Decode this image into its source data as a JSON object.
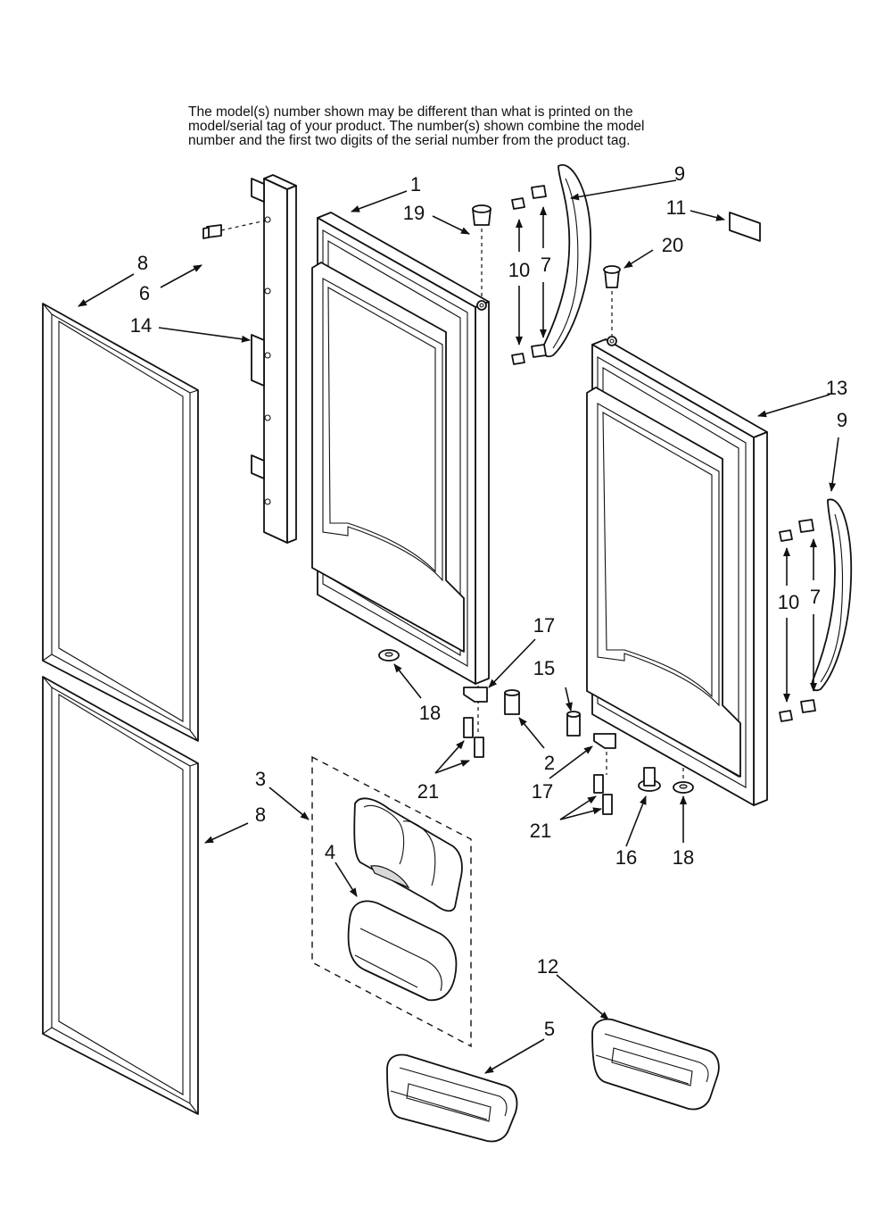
{
  "notice": {
    "line1": "The model(s) number shown may be different than what is printed on the",
    "line2": "model/serial tag of your product. The number(s) shown combine the model",
    "line3": "number and the first two digits of the serial number from the product tag."
  },
  "callouts": {
    "c1": "1",
    "c2": "2",
    "c3": "3",
    "c4": "4",
    "c5": "5",
    "c6": "6",
    "c7a": "7",
    "c7b": "7",
    "c8a": "8",
    "c8b": "8",
    "c9a": "9",
    "c9b": "9",
    "c10a": "10",
    "c10b": "10",
    "c11": "11",
    "c12": "12",
    "c13": "13",
    "c14": "14",
    "c15": "15",
    "c16": "16",
    "c17a": "17",
    "c17b": "17",
    "c18a": "18",
    "c18b": "18",
    "c19": "19",
    "c20": "20",
    "c21a": "21",
    "c21b": "21"
  }
}
